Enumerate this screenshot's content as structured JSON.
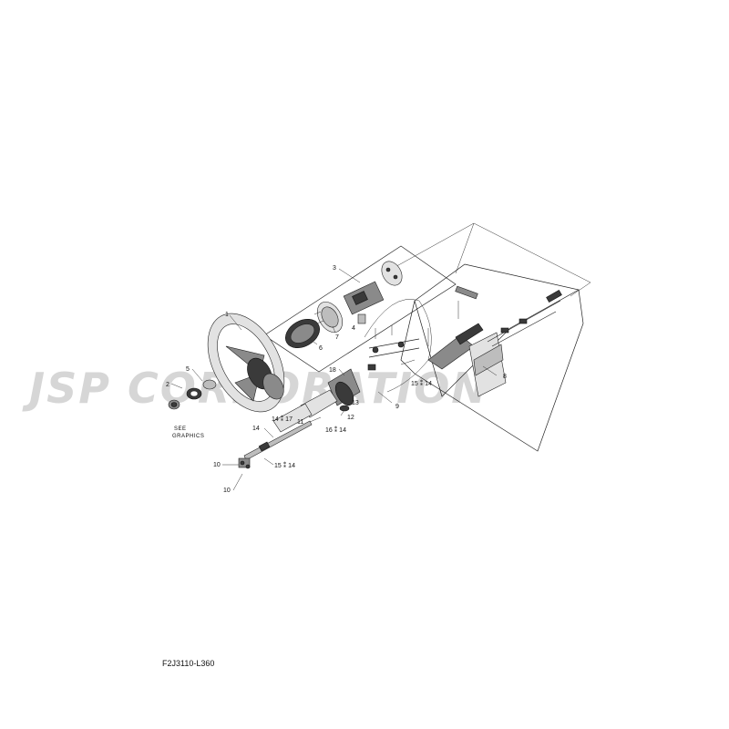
{
  "watermark": "JSP CORPORATION",
  "diagram_code": "F2J3110-L360",
  "see_graphics": [
    "SEE",
    "GRAPHICS"
  ],
  "callouts": {
    "c1": "1",
    "c2": "2",
    "c3": "3",
    "c4": "4",
    "c5": "5",
    "c6": "6",
    "c7": "7",
    "c8": "8",
    "c9": "9",
    "c10a": "10",
    "c10b": "10",
    "c11": "11",
    "c12": "12",
    "c13": "13",
    "c14": "14",
    "c18": "18",
    "c15_14a": "15 ⁑ 14",
    "c15_14b": "15 ⁑ 14",
    "c14_17": "14 ⁑ 17",
    "c16_14": "16 ⁑ 14"
  }
}
